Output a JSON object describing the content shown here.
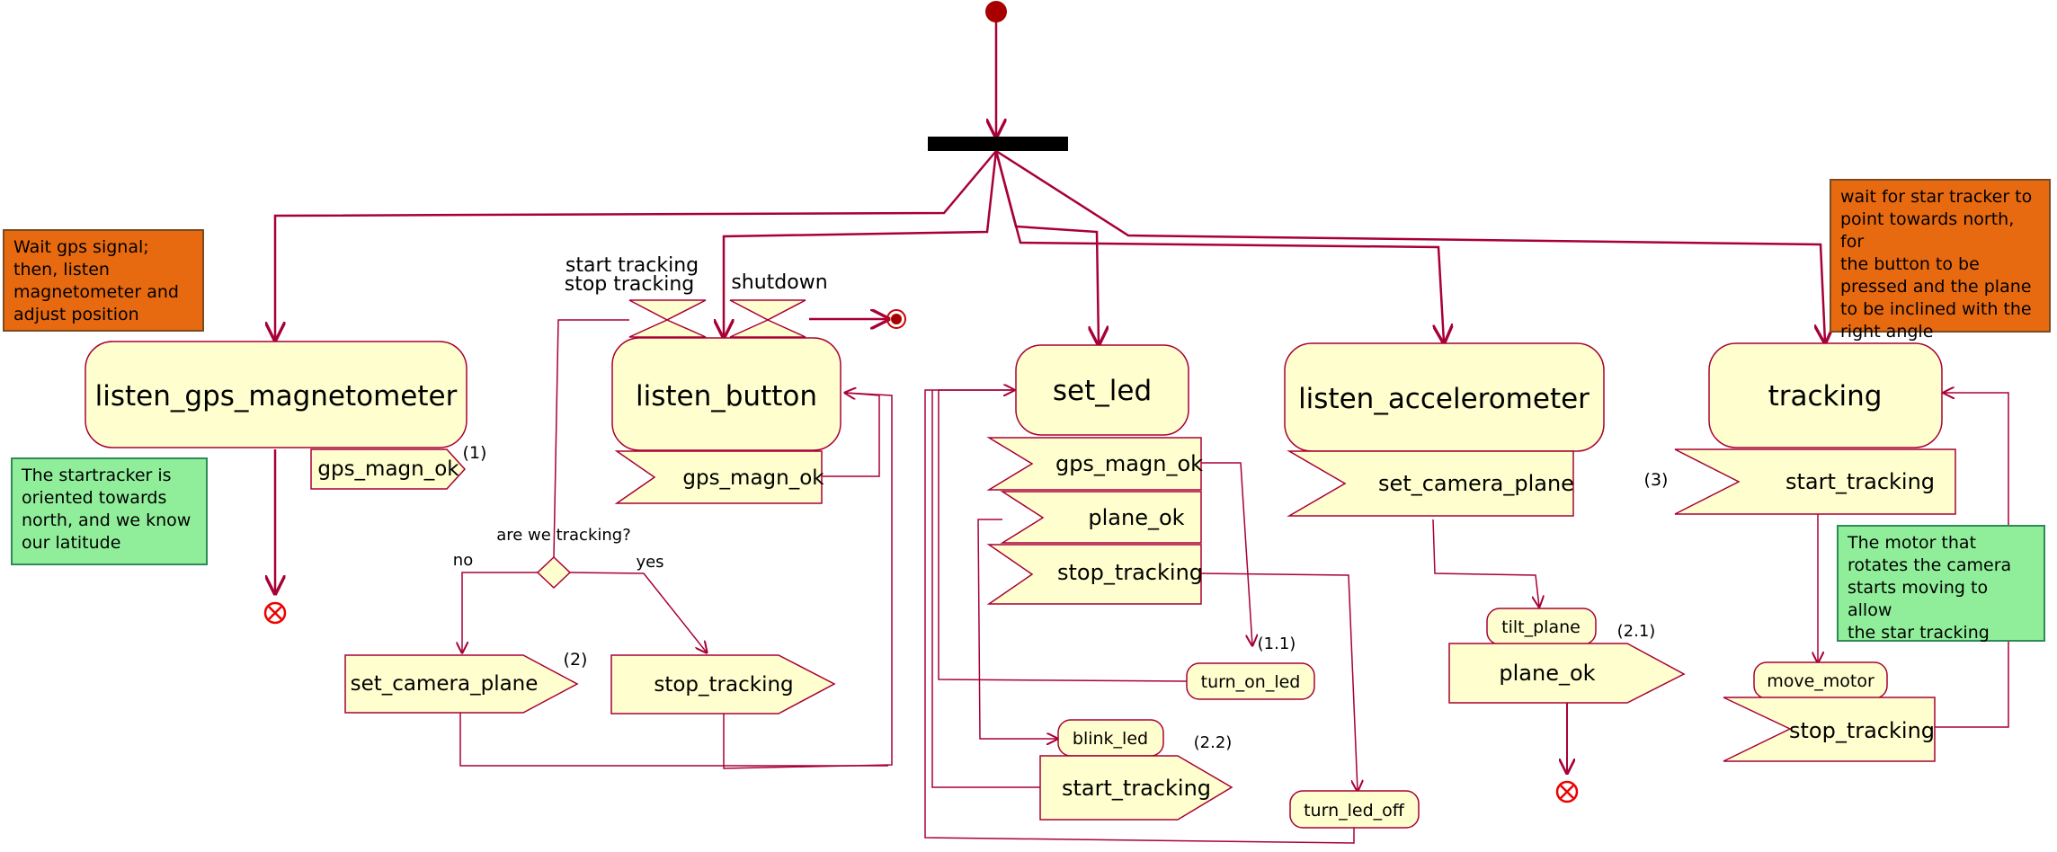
{
  "diagram": {
    "states": {
      "gps": "listen_gps_magnetometer",
      "button": "listen_button",
      "led": "set_led",
      "acc": "listen_accelerometer",
      "tracking": "tracking"
    },
    "signals": {
      "gps_out": "gps_magn_ok",
      "gps_out_num": "(1)",
      "btn_in": "gps_magn_ok",
      "btn_set_plane": "set_camera_plane",
      "btn_set_plane_num": "(2)",
      "btn_stop": "stop_tracking",
      "led_in1": "gps_magn_ok",
      "led_in2": "plane_ok",
      "led_in3": "stop_tracking",
      "led_turn_on": "turn_on_led",
      "led_turn_on_num": "(1.1)",
      "led_blink": "blink_led",
      "led_blink_num": "(2.2)",
      "led_start": "start_tracking",
      "led_off": "turn_led_off",
      "acc_in": "set_camera_plane",
      "acc_tilt": "tilt_plane",
      "acc_plane_ok": "plane_ok",
      "acc_num": "(2.1)",
      "trk_num": "(3)",
      "trk_in": "start_tracking",
      "trk_move": "move_motor",
      "trk_stop": "stop_tracking"
    },
    "button_labels": {
      "start_tracking": "start tracking",
      "stop_tracking": "stop tracking",
      "shutdown": "shutdown",
      "decision": "are we tracking?",
      "no": "no",
      "yes": "yes"
    },
    "notes": {
      "gps_wait": "Wait gps signal;\nthen, listen\nmagnetometer and\nadjust position",
      "startracker": "The startracker is\noriented towards\nnorth, and we know\nour latitude",
      "wait_star": "wait for star tracker to\npoint towards north, for\nthe button to be\npressed and the plane\nto be inclined with the\nright angle",
      "motor": "The motor that\nrotates the camera\nstarts moving to allow\nthe star tracking"
    },
    "colors": {
      "node_fill": "#fefece",
      "node_stroke": "#a80036",
      "arrow": "#a80036",
      "orange_note": "#e86a10",
      "green_note": "#90ee9a"
    }
  }
}
